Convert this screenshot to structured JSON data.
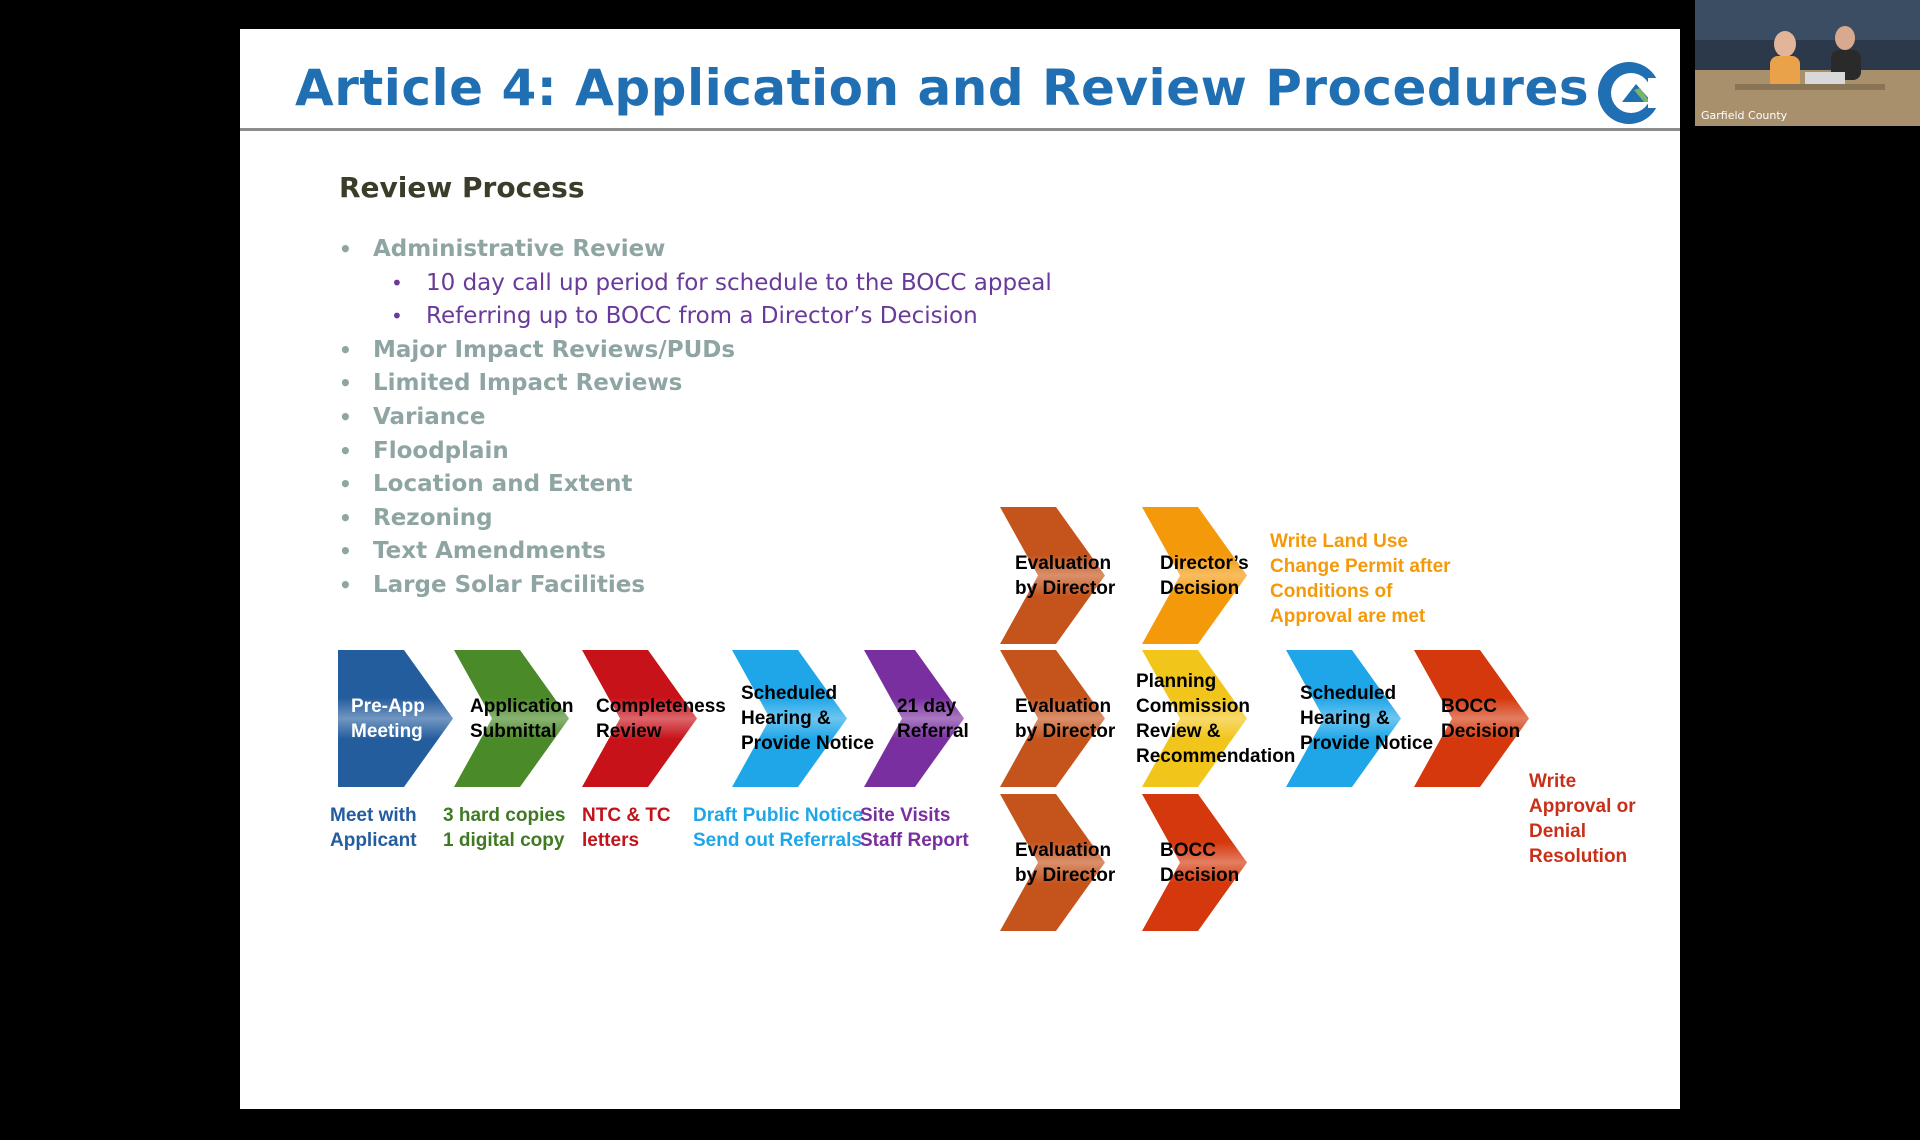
{
  "slide": {
    "title": "Article 4: Application and Review Procedures",
    "subtitle": "Review Process",
    "bullets": [
      {
        "text": "Administrative Review",
        "level": 1
      },
      {
        "text": "10 day call up period for schedule to the BOCC appeal",
        "level": 2
      },
      {
        "text": "Referring up to BOCC from a Director’s Decision",
        "level": 2
      },
      {
        "text": "Major Impact Reviews/PUDs",
        "level": 1
      },
      {
        "text": "Limited Impact Reviews",
        "level": 1
      },
      {
        "text": "Variance",
        "level": 1
      },
      {
        "text": "Floodplain",
        "level": 1
      },
      {
        "text": "Location and Extent",
        "level": 1
      },
      {
        "text": "Rezoning",
        "level": 1
      },
      {
        "text": "Text Amendments",
        "level": 1
      },
      {
        "text": "Large Solar Facilities",
        "level": 1
      }
    ],
    "flow_steps": [
      {
        "label": "Pre-App\nMeeting",
        "color": "#245d9e",
        "text_color": "#ffffff",
        "note": "Meet with\nApplicant",
        "note_color": "#245d9e"
      },
      {
        "label": "Application\nSubmittal",
        "color": "#4a8a28",
        "text_color": "#000000",
        "note": "3 hard copies\n1 digital copy",
        "note_color": "#3f7a22"
      },
      {
        "label": "Completeness\nReview",
        "color": "#c8121a",
        "text_color": "#000000",
        "note": "NTC & TC\nletters",
        "note_color": "#c0141c"
      },
      {
        "label": "Scheduled\nHearing &\nProvide Notice",
        "color": "#1ea6e8",
        "text_color": "#000000",
        "note": "Draft Public Notice\nSend out Referrals",
        "note_color": "#1ea6e8"
      },
      {
        "label": "21 day\nReferral",
        "color": "#7a2fa0",
        "text_color": "#000000",
        "note": "Site Visits\nStaff Report",
        "note_color": "#7a2fa0"
      }
    ],
    "branches": [
      {
        "step": "Evaluation\nby Director",
        "step_color": "#c4541c",
        "decision": "Director’s\nDecision",
        "decision_color": "#f49a0a"
      },
      {
        "step": "Evaluation\nby Director",
        "step_color": "#c4541c",
        "decision": "Planning\nCommission\nReview &\nRecommendation",
        "decision_color": "#f2c51a"
      },
      {
        "step": "Evaluation\nby Director",
        "step_color": "#c4541c",
        "decision": "BOCC\nDecision",
        "decision_color": "#d4380c"
      }
    ],
    "middle_tail": [
      {
        "label": "Scheduled\nHearing &\nProvide Notice",
        "color": "#1ea6e8"
      },
      {
        "label": "BOCC\nDecision",
        "color": "#d4380c"
      }
    ],
    "outcome_notes": {
      "top": {
        "text": "Write Land Use\nChange Permit after\nConditions of\nApproval are met",
        "color": "#f49a0a"
      },
      "right": {
        "text": "Write\nApproval or\nDenial\nResolution",
        "color": "#c8301a"
      }
    },
    "logo_name": "garfield-county-logo",
    "colors": {
      "title": "#1f6fb2",
      "bullet_gray": "#8fa5a3",
      "sub_purple": "#6a3a9a"
    }
  },
  "webcam": {
    "label": "Garfield County"
  }
}
